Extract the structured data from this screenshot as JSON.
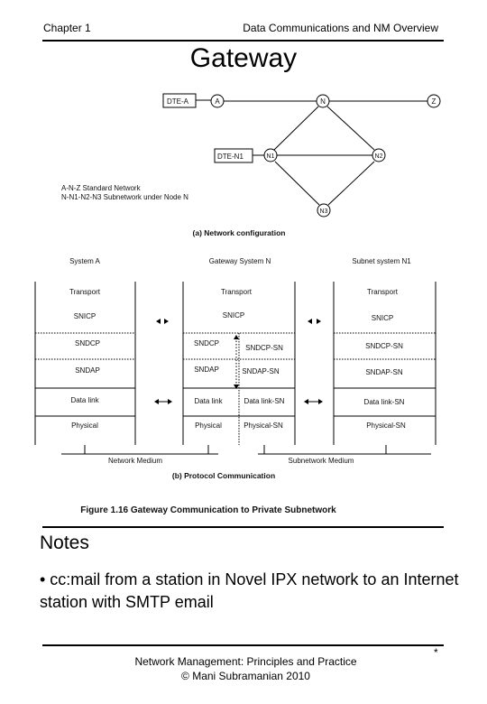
{
  "header": {
    "left": "Chapter 1",
    "right": "Data Communications and NM Overview"
  },
  "title": "Gateway",
  "figure": {
    "network": {
      "dte_a": "DTE-A",
      "dte_n1": "DTE-N1",
      "node_a": "A",
      "node_n": "N",
      "node_z": "Z",
      "node_n1": "N1",
      "node_n2": "N2",
      "node_n3": "N3",
      "legend_line1": "A-N-Z Standard Network",
      "legend_line2": "N-N1-N2-N3 Subnetwork under Node N",
      "caption": "(a) Network configuration"
    },
    "protocol": {
      "system_a": {
        "title": "System A",
        "layers": [
          "Transport",
          "SNICP",
          "SNDCP",
          "SNDAP",
          "Data link",
          "Physical"
        ]
      },
      "gateway": {
        "title": "Gateway System N",
        "transport": "Transport",
        "snicp": "SNICP",
        "left": [
          "SNDCP",
          "SNDAP",
          "Data link",
          "Physical"
        ],
        "right": [
          "SNDCP-SN",
          "SNDAP-SN",
          "Data link-SN",
          "Physical-SN"
        ]
      },
      "subnet": {
        "title": "Subnet system N1",
        "layers": [
          "Transport",
          "SNICP",
          "SNDCP-SN",
          "SNDAP-SN",
          "Data link-SN",
          "Physical-SN"
        ]
      },
      "medium_left": "Network Medium",
      "medium_right": "Subnetwork Medium",
      "caption": "(b) Protocol Communication"
    },
    "figure_caption": "Figure 1.16 Gateway Communication to Private Subnetwork"
  },
  "notes": {
    "heading": "Notes",
    "bullets": [
      "• cc:mail from a station in Novel IPX network to an Internet station with SMTP email"
    ]
  },
  "footer": {
    "line1": "Network Management: Principles and Practice",
    "line2": "© Mani Subramanian 2010",
    "page_mark": "*"
  }
}
